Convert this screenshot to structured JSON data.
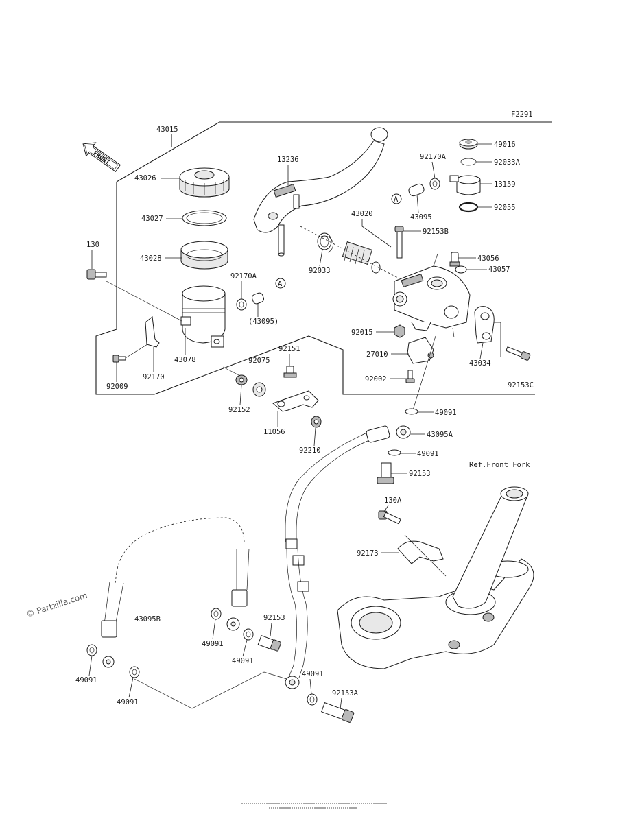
{
  "figure_code": "F2291",
  "front_arrow_label": "FRONT",
  "ref_label": "Ref.Front Fork",
  "watermark": "© Partzilla.com",
  "circle_ref": "A",
  "parts": {
    "p43015": "43015",
    "p43026": "43026",
    "p43027": "43027",
    "p43028": "43028",
    "p130": "130",
    "p92170A_left": "92170A",
    "p43095_paren": "(43095)",
    "p43078": "43078",
    "p92170": "92170",
    "p92009": "92009",
    "p13236": "13236",
    "p43020": "43020",
    "p92033": "92033",
    "p92170A_right": "92170A",
    "p43095": "43095",
    "p49016": "49016",
    "p92033A": "92033A",
    "p13159": "13159",
    "p92055": "92055",
    "p92153B": "92153B",
    "p43056": "43056",
    "p43057": "43057",
    "p92015": "92015",
    "p27010": "27010",
    "p92002": "92002",
    "p43034": "43034",
    "p92153C": "92153C",
    "p92151": "92151",
    "p92075": "92075",
    "p92152": "92152",
    "p11056": "11056",
    "p92210": "92210",
    "p49091_a": "49091",
    "p43095A": "43095A",
    "p49091_b": "49091",
    "p92153": "92153",
    "p130A": "130A",
    "p92173": "92173",
    "p43095B": "43095B",
    "p49091_c": "49091",
    "p49091_d": "49091",
    "p92153_low": "92153",
    "p49091_e": "49091",
    "p49091_f": "49091",
    "p49091_g": "49091",
    "p92153A": "92153A"
  }
}
